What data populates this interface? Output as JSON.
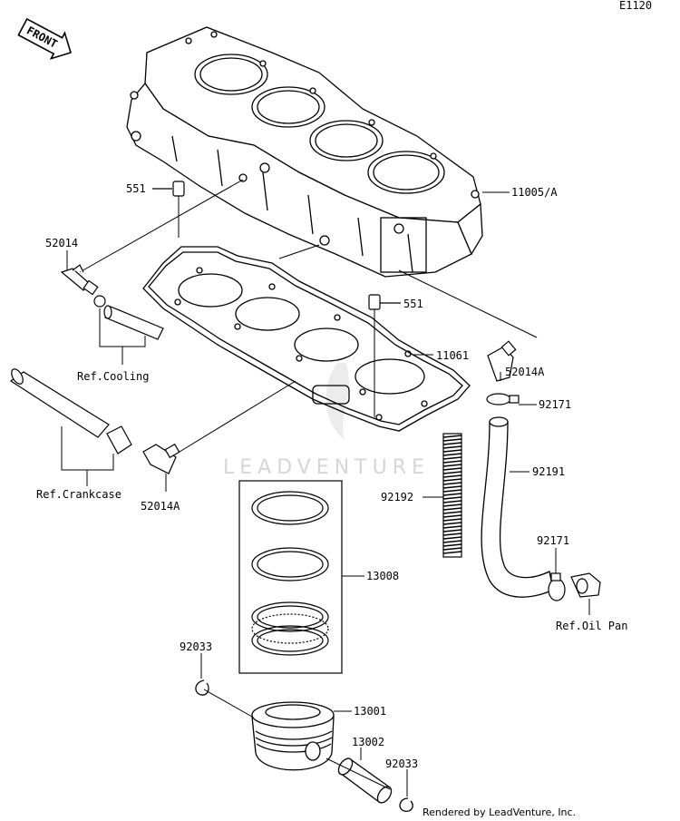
{
  "diagram_code": "E1120",
  "direction_arrow": "FRONT",
  "watermark": "LEADVENTURE",
  "credit": "Rendered by LeadVenture, Inc.",
  "parts": {
    "cylinder": "11005/A",
    "gasket": "11061",
    "dowel_upper": "551",
    "dowel_lower": "551",
    "fitting_left": "52014",
    "fitting_right": "52014A",
    "fitting_lower_left": "52014A",
    "clamp_upper": "92171",
    "hose": "92191",
    "clamp_lower": "92171",
    "stud": "92192",
    "ring_set": "13008",
    "piston": "13001",
    "pin": "13002",
    "clip_left": "92033",
    "clip_right": "92033"
  },
  "references": {
    "cooling": "Ref.Cooling",
    "crankcase": "Ref.Crankcase",
    "oil_pan": "Ref.Oil Pan"
  }
}
